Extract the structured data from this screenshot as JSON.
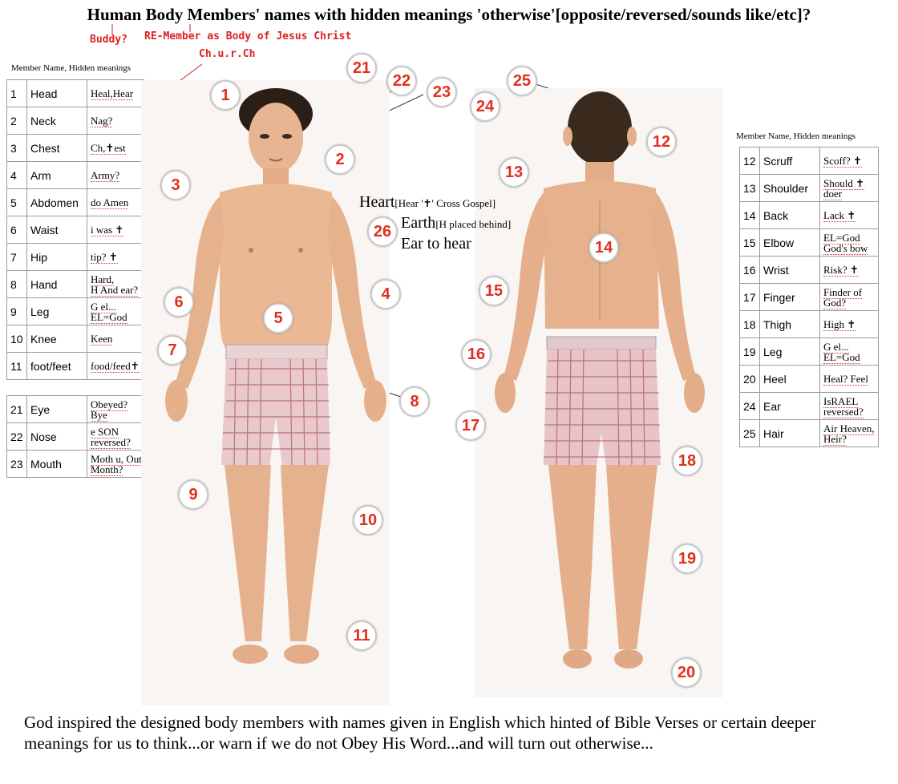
{
  "title": "Human Body Members' names with hidden meanings 'otherwise'[opposite/reversed/sounds like/etc]?",
  "annotations": {
    "buddy": "Buddy?",
    "remember": "RE-Member as Body of Jesus Christ",
    "church": "Ch.u.r.Ch"
  },
  "left_table": {
    "header": "Member Name,  Hidden meanings",
    "rows": [
      {
        "num": "1",
        "name": "Head",
        "meaning": "Heal,Hear"
      },
      {
        "num": "2",
        "name": "Neck",
        "meaning": "Nag?"
      },
      {
        "num": "3",
        "name": "Chest",
        "meaning": "Ch,✝est"
      },
      {
        "num": "4",
        "name": "Arm",
        "meaning": "Army?"
      },
      {
        "num": "5",
        "name": "Abdomen",
        "meaning": "do Amen"
      },
      {
        "num": "6",
        "name": "Waist",
        "meaning": "i was ✝"
      },
      {
        "num": "7",
        "name": "Hip",
        "meaning": "tip? ✝"
      },
      {
        "num": "8",
        "name": "Hand",
        "meaning": "Hard,\nH And ear?"
      },
      {
        "num": "9",
        "name": "Leg",
        "meaning": "G el...\nEL=God"
      },
      {
        "num": "10",
        "name": "Knee",
        "meaning": "Keen"
      },
      {
        "num": "11",
        "name": "foot/feet",
        "meaning": "food/feed✝"
      }
    ],
    "rows2": [
      {
        "num": "21",
        "name": "Eye",
        "meaning": "Obeyed?\nBye"
      },
      {
        "num": "22",
        "name": "Nose",
        "meaning": "e SON\nreversed?"
      },
      {
        "num": "23",
        "name": "Mouth",
        "meaning": "Moth u, Out\nMonth?"
      }
    ]
  },
  "right_table": {
    "header": "Member Name,  Hidden meanings",
    "rows": [
      {
        "num": "12",
        "name": "Scruff",
        "meaning": "Scoff? ✝"
      },
      {
        "num": "13",
        "name": "Shoulder",
        "meaning": "Should ✝\ndoer"
      },
      {
        "num": "14",
        "name": "Back",
        "meaning": "Lack ✝"
      },
      {
        "num": "15",
        "name": "Elbow",
        "meaning": "EL=God\nGod's bow"
      },
      {
        "num": "16",
        "name": "Wrist",
        "meaning": "Risk? ✝"
      },
      {
        "num": "17",
        "name": "Finger",
        "meaning": "Finder of\nGod?"
      },
      {
        "num": "18",
        "name": "Thigh",
        "meaning": "High ✝"
      },
      {
        "num": "19",
        "name": "Leg",
        "meaning": "G el...\nEL=God"
      },
      {
        "num": "20",
        "name": "Heel",
        "meaning": "Heal? Feel"
      },
      {
        "num": "24",
        "name": "Ear",
        "meaning": "IsRAEL\nreversed?"
      },
      {
        "num": "25",
        "name": "Hair",
        "meaning": "Air Heaven,\nHeir?"
      }
    ]
  },
  "heart_note": {
    "line1": "Heart",
    "line1_small": "[Hear '✝' Cross Gospel]",
    "line2": "Earth",
    "line2_small": "[H placed behind]",
    "line3": "Ear to hear"
  },
  "badges": [
    "1",
    "2",
    "3",
    "4",
    "5",
    "6",
    "7",
    "8",
    "9",
    "10",
    "11",
    "12",
    "13",
    "14",
    "15",
    "16",
    "17",
    "18",
    "19",
    "20",
    "21",
    "22",
    "23",
    "24",
    "25",
    "26"
  ],
  "footer": "God inspired the designed body members with names given in English which hinted of Bible Verses or certain deeper meanings for us to think...or warn if we do not Obey His Word...and will turn out otherwise..."
}
